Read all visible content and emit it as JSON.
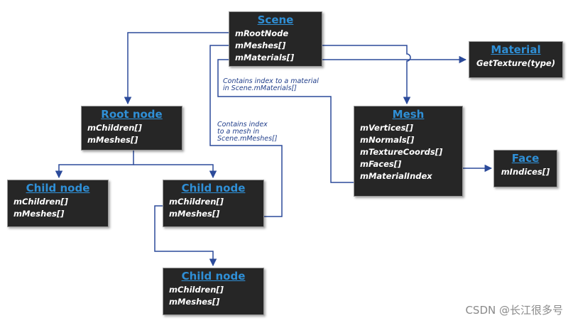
{
  "scene": {
    "title": "Scene",
    "fields": [
      "mRootNode",
      "mMeshes[]",
      "mMaterials[]"
    ]
  },
  "material": {
    "title": "Material",
    "fields": [
      "GetTexture(type)"
    ]
  },
  "mesh": {
    "title": "Mesh",
    "fields": [
      "mVertices[]",
      "mNormals[]",
      "mTextureCoords[]",
      "mFaces[]",
      "mMaterialIndex"
    ]
  },
  "face": {
    "title": "Face",
    "fields": [
      "mIndices[]"
    ]
  },
  "root_node": {
    "title": "Root node",
    "fields": [
      "mChildren[]",
      "mMeshes[]"
    ]
  },
  "child_left": {
    "title": "Child node",
    "fields": [
      "mChildren[]",
      "mMeshes[]"
    ]
  },
  "child_middle": {
    "title": "Child node",
    "fields": [
      "mChildren[]",
      "mMeshes[]"
    ]
  },
  "child_bottom": {
    "title": "Child node",
    "fields": [
      "mChildren[]",
      "mMeshes[]"
    ]
  },
  "notes": {
    "material_index": [
      "Contains index to a material",
      "in Scene.mMaterials[]"
    ],
    "mesh_index": [
      "Contains index",
      "to a mesh in",
      "Scene.mMeshes[]"
    ]
  },
  "watermark": "CSDN @长江很多号",
  "colors": {
    "box": "#262626",
    "title": "#2f8fd6",
    "connector": "#2b4a9a"
  }
}
